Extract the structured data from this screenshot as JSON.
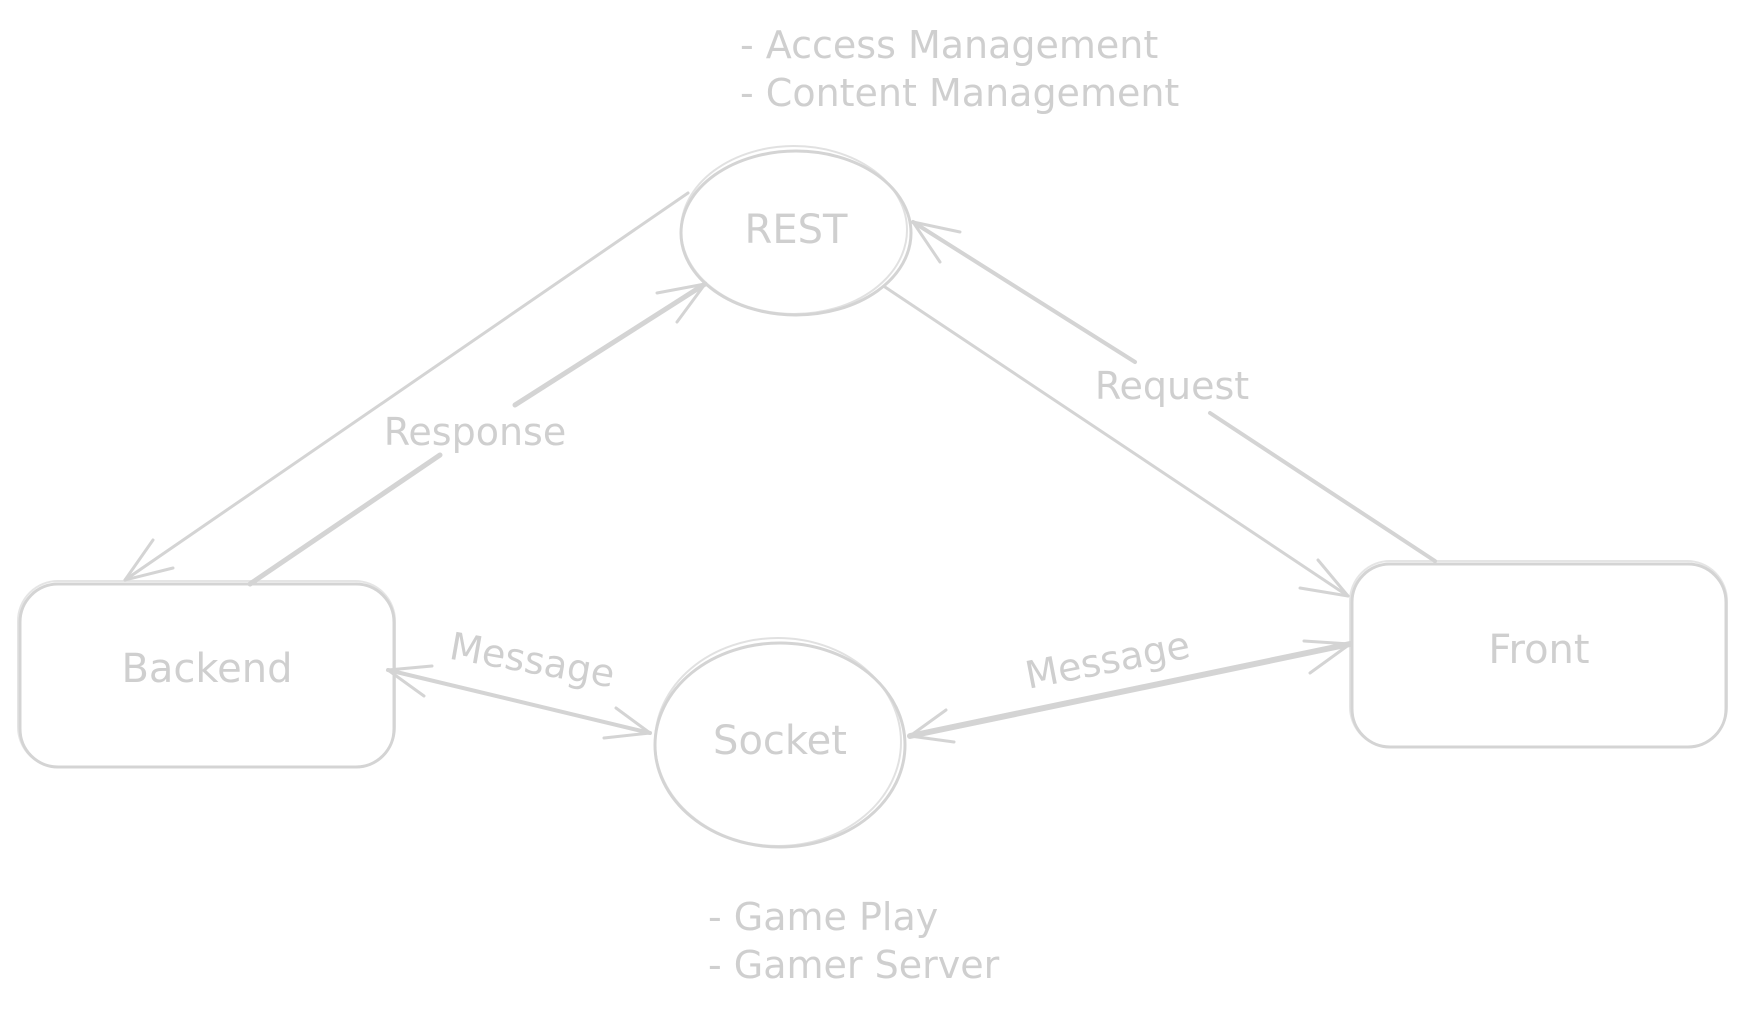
{
  "diagram": {
    "colors": {
      "stroke": "#d4d4d4",
      "text": "#cfcfcf",
      "background": "#ffffff"
    },
    "nodes": {
      "rest": {
        "label": "REST",
        "shape": "ellipse"
      },
      "socket": {
        "label": "Socket",
        "shape": "ellipse"
      },
      "backend": {
        "label": "Backend",
        "shape": "rounded-rectangle"
      },
      "front": {
        "label": "Front",
        "shape": "rounded-rectangle"
      }
    },
    "edges": {
      "rest_to_backend": {
        "from": "REST",
        "to": "Backend",
        "label": ""
      },
      "backend_to_rest": {
        "from": "Backend",
        "to": "REST",
        "label": "Response"
      },
      "rest_to_front": {
        "from": "REST",
        "to": "Front",
        "label": ""
      },
      "front_to_rest": {
        "from": "Front",
        "to": "REST",
        "label": "Request"
      },
      "backend_socket": {
        "from": "Backend",
        "to": "Socket",
        "label": "Message",
        "bidirectional": true
      },
      "socket_front": {
        "from": "Socket",
        "to": "Front",
        "label": "Message",
        "bidirectional": true
      }
    },
    "notes": {
      "rest": [
        "- Access Management",
        "- Content Management"
      ],
      "socket": [
        "- Game Play",
        "- Gamer Server"
      ]
    }
  }
}
